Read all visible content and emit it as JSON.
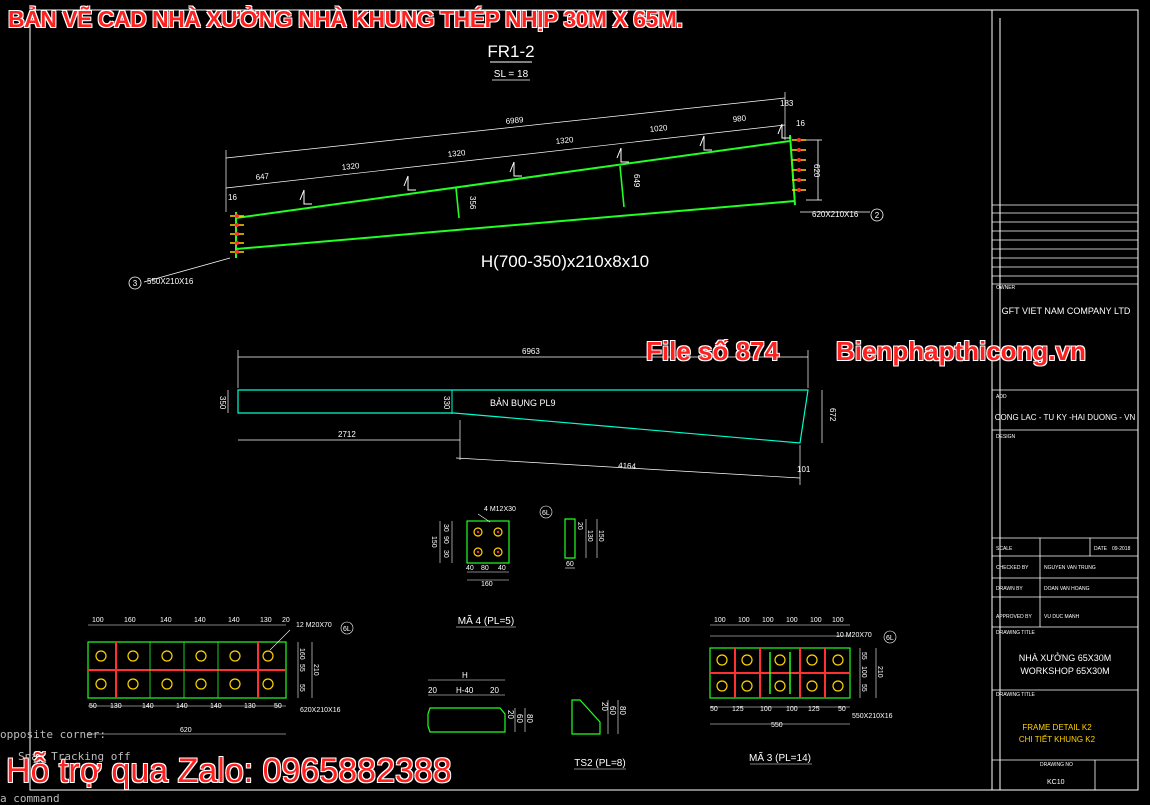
{
  "overlay": {
    "title": "BẢN VẼ CAD NHÀ XƯỞNG NHÀ KHUNG THÉP NHỊP 30M X 65M.",
    "file_no": "File số 874",
    "site": "Bienphapthicong.vn",
    "support": "Hỗ trợ qua Zalo: 0965882388"
  },
  "command_line": {
    "line1": "opposite corner:",
    "line2": "Snap Tracking off",
    "line3": "a command"
  },
  "beam": {
    "mark": "FR1-2",
    "qty": "SL = 18",
    "section": "H(700-350)x210x8x10",
    "total_len": "6989",
    "top_dims": [
      "647",
      "1320",
      "1320",
      "1320",
      "1020",
      "980",
      "183"
    ],
    "stiffener_heights": [
      "356",
      "649"
    ],
    "left_edge": "16",
    "right_edge": "16",
    "right_depth": "620",
    "plate_left": "550X210X16",
    "plate_right": "620X210X16",
    "tag_left": "3",
    "tag_right": "2"
  },
  "web_plate": {
    "name": "BẢN BỤNG PL9",
    "total": "6963",
    "left_h": "350",
    "mid_h": "330",
    "right_h": "672",
    "seg1": "2712",
    "seg2": "4164",
    "end": "101"
  },
  "ma4": {
    "label": "MÃ 4 (PL=5)",
    "bolts": "4 M12X30",
    "tag": "6L",
    "v_dims": [
      "150",
      "30",
      "90",
      "30"
    ],
    "h_dims": [
      "40",
      "80",
      "40"
    ],
    "width": "160",
    "stiff_v": [
      "20",
      "130",
      "150"
    ],
    "stiff_w": "60"
  },
  "plate_left_detail": {
    "top_dims": [
      "100",
      "160",
      "140",
      "140",
      "140",
      "130",
      "20"
    ],
    "bottom_dims": [
      "50",
      "130",
      "140",
      "140",
      "140",
      "130",
      "50"
    ],
    "overall": "620",
    "side_dims": [
      "160",
      "55",
      "55",
      "210"
    ],
    "bolts": "12 M20X70",
    "tag": "6L",
    "plate": "620X210X16"
  },
  "plate_right_detail": {
    "top_dims": [
      "100",
      "100",
      "100",
      "100",
      "100",
      "100"
    ],
    "bottom_dims": [
      "50",
      "125",
      "100",
      "100",
      "125",
      "50"
    ],
    "overall": "550",
    "side_dims": [
      "55",
      "100",
      "55",
      "210"
    ],
    "bolts": "10 M20X70",
    "tag": "6L",
    "plate": "550X210X16",
    "label": "MÃ 3 (PL=14)"
  },
  "ts2": {
    "label": "TS2 (PL=8)",
    "h": "H",
    "h40": "H-40",
    "end": "20",
    "v_dims": [
      "20",
      "60",
      "80"
    ],
    "stiff_v": [
      "20",
      "60",
      "80"
    ]
  },
  "title_block": {
    "company": "GFT VIET NAM COMPANY LTD",
    "address": "CONG LAC - TU KY -HAI DUONG - VN",
    "project1": "NHÀ XƯỞNG 65X30M",
    "project2": "WORKSHOP 65X30M",
    "sheet_title1": "FRAME DETAIL K2",
    "sheet_title2": "CHI TIẾT KHUNG K2",
    "sheet_no": "KC10",
    "row_labels": [
      "OWNER",
      "ADD",
      "DESIGN",
      "SCALE",
      "CHECKED BY",
      "DRAWN BY",
      "APPROVED BY",
      "DRAWING TITLE",
      "DRAWING TITLE",
      "DRAWING NO"
    ],
    "scale_value": "DATE",
    "date_value": "09-2018",
    "checker": "NGUYEN VAN TRUNG",
    "drawer": "DOAN VAN HOANG",
    "approver": "VU DUC MANH"
  }
}
